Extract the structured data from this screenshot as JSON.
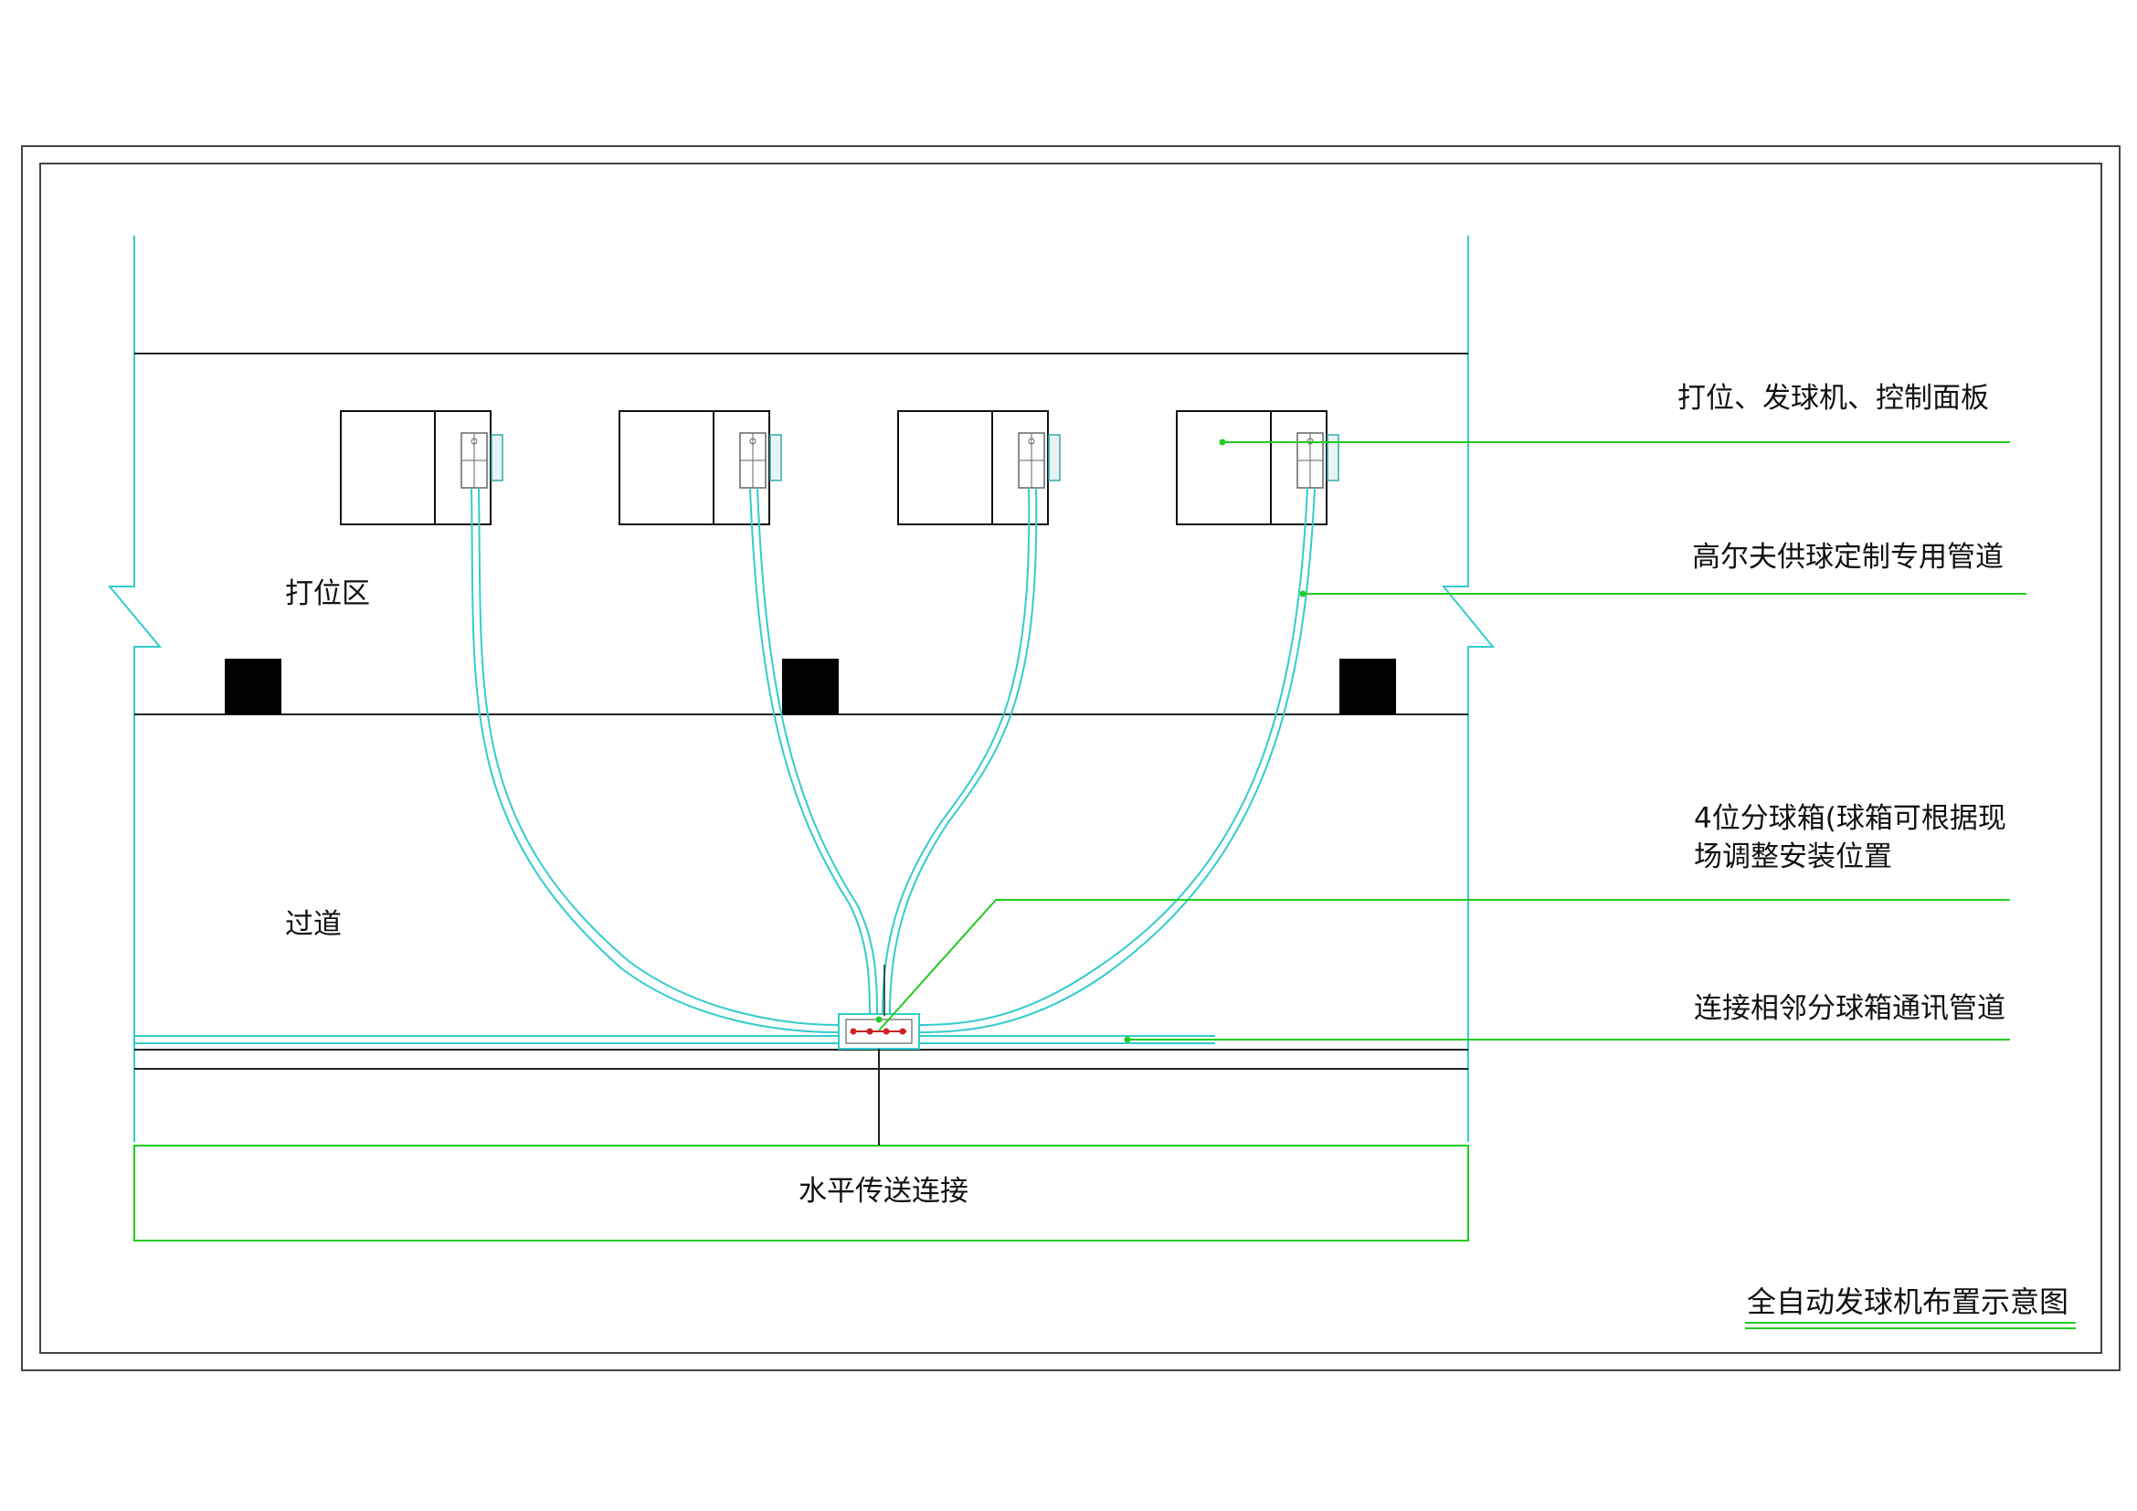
{
  "zones": {
    "hitting_area": "打位区",
    "aisle": "过道",
    "horizontal_link": "水平传送连接"
  },
  "callouts": {
    "bay_machine_panel": "打位、发球机、控制面板",
    "golf_pipe": "高尔夫供球定制专用管道",
    "splitter_line1": "4位分球箱(球箱可根据现",
    "splitter_line2": "场调整安装位置",
    "comm_pipe": "连接相邻分球箱通讯管道"
  },
  "title": "全自动发球机布置示意图",
  "colors": {
    "cyan": "#33cccc",
    "green": "#22cc22",
    "line": "#222222",
    "red": "#cc2222"
  }
}
